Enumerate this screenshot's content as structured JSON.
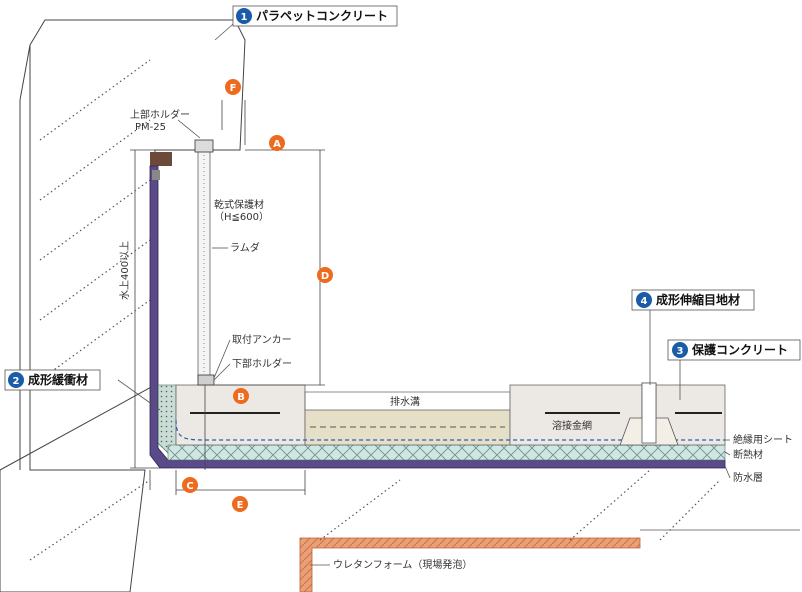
{
  "labels": {
    "parapet_concrete": "パラペットコンクリート",
    "molded_buffer": "成形緩衝材",
    "protective_concrete": "保護コンクリート",
    "molded_joint": "成形伸縮目地材",
    "upper_holder": "上部ホルダー",
    "pm25": "PM-25",
    "dry_protection": "乾式保護材",
    "dry_protection_h": "（H≦600）",
    "lambda": "ラムダ",
    "anchor": "取付アンカー",
    "lower_holder": "下部ホルダー",
    "drain": "排水溝",
    "welded_mesh": "溶接金網",
    "insulation_sheet": "絶縁用シート",
    "insulation": "断熱材",
    "waterproof": "防水層",
    "urethane": "ウレタンフォーム（現場発泡）",
    "height_note": "水上400以上"
  },
  "badges": {
    "n1": "1",
    "n2": "2",
    "n3": "3",
    "n4": "4",
    "a": "A",
    "b": "B",
    "c": "C",
    "d": "D",
    "e": "E",
    "f": "F"
  },
  "colors": {
    "badge_blue": "#1a5ca8",
    "badge_orange": "#ee6a1e",
    "waterproof_purple": "#5a4a8a",
    "insulation_teal": "#cfe6e2",
    "concrete": "#ece9e4",
    "urethane": "#e8a07a"
  }
}
